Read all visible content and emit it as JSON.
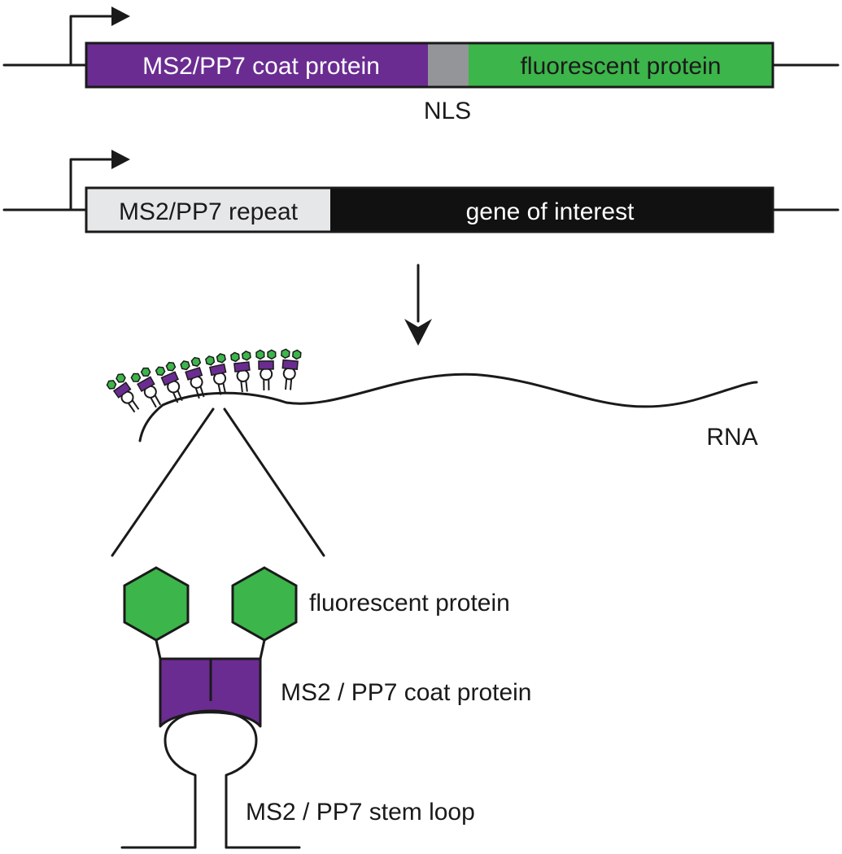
{
  "colors": {
    "coat_protein": "#6a2c91",
    "fluorescent_protein": "#3cb54a",
    "nls": "#939598",
    "repeat": "#e6e7e8",
    "gene": "#111111",
    "outline": "#1a1a1a"
  },
  "construct1": {
    "coat_label": "MS2/PP7 coat protein",
    "fp_label": "fluorescent protein",
    "nls_label": "NLS"
  },
  "construct2": {
    "repeat_label": "MS2/PP7 repeat",
    "gene_label": "gene of interest"
  },
  "rna": {
    "label": "RNA",
    "stem_loop_count": 8
  },
  "detail": {
    "fp_label": "fluorescent protein",
    "coat_label": "MS2 / PP7 coat protein",
    "stem_label": "MS2 / PP7 stem loop"
  },
  "icons": [
    "promoter-arrow-icon",
    "down-arrow-icon",
    "hexagon-icon"
  ]
}
